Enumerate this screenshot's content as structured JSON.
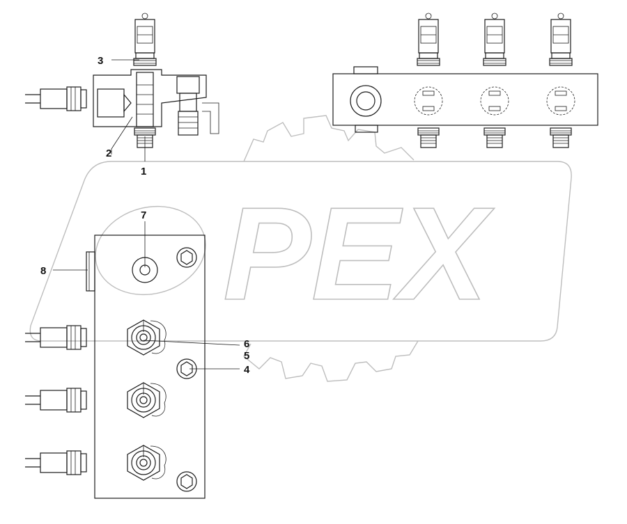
{
  "watermark": {
    "text": "PEX"
  },
  "callouts": [
    {
      "id": "1",
      "label": "1"
    },
    {
      "id": "2",
      "label": "2"
    },
    {
      "id": "3",
      "label": "3"
    },
    {
      "id": "4",
      "label": "4"
    },
    {
      "id": "5",
      "label": "5"
    },
    {
      "id": "6",
      "label": "6"
    },
    {
      "id": "7",
      "label": "7"
    },
    {
      "id": "8",
      "label": "8"
    }
  ]
}
